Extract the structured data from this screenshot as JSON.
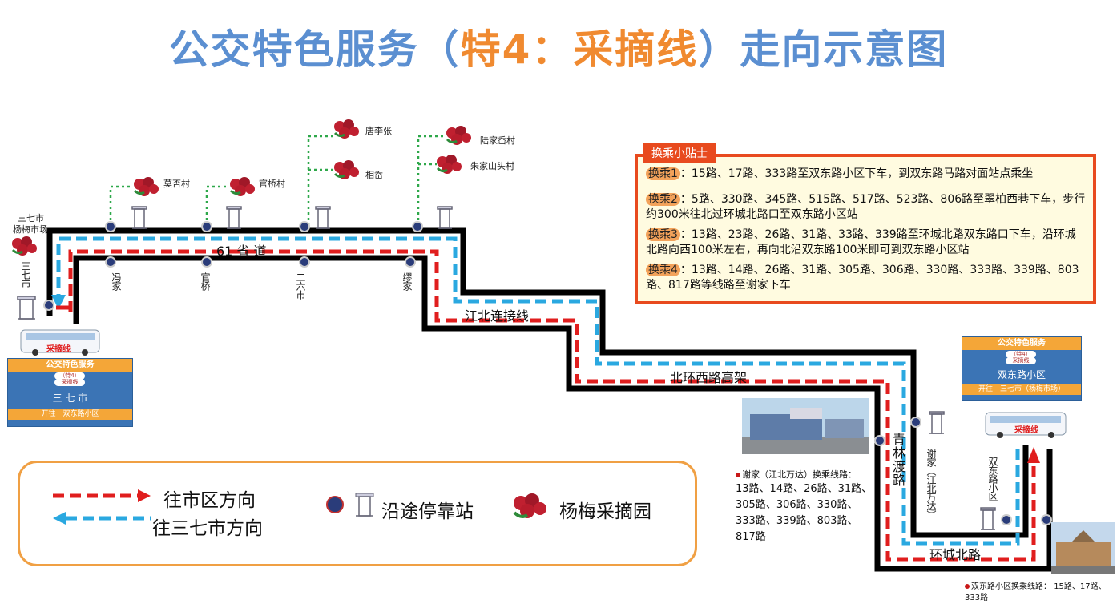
{
  "title": {
    "part1": "公交特色服务（",
    "part2": "特4：采摘线",
    "part3": "）走向示意图"
  },
  "colors": {
    "title_blue": "#5b8fd1",
    "title_orange": "#f08a30",
    "to_city": "#e01e1e",
    "to_qiqi": "#2aa8e0",
    "road": "#000000",
    "stop": "#2a3c7a"
  },
  "stops_top": [
    {
      "id": "fengjia",
      "name": "冯家"
    },
    {
      "id": "guanqiao",
      "name": "官桥"
    },
    {
      "id": "erliu",
      "name": "二六市"
    },
    {
      "id": "miaojia",
      "name": "缪家"
    }
  ],
  "terminus_left": {
    "top": "三七市",
    "sub": "杨梅市场",
    "vertical": "三七市"
  },
  "orchards": [
    {
      "name": "莫否村"
    },
    {
      "name": "官桥村"
    },
    {
      "name": "唐李张"
    },
    {
      "name": "相岙"
    },
    {
      "name": "陆家岙村"
    },
    {
      "name": "朱家山头村"
    }
  ],
  "roads": {
    "s61": "61 省 道",
    "jiangbei": "江北连接线",
    "beihuan": "北环西路高架",
    "qinglin": "青林渡路",
    "huancheng": "环城北路"
  },
  "stops_right": {
    "xiejia": "谢家（江北万达）",
    "shuangdong": "双东路小区"
  },
  "tips": {
    "tab": "换乘小贴士",
    "items": [
      {
        "badge": "换乘1",
        "text": "：15路、17路、333路至双东路小区下车，到双东路马路对面站点乘坐"
      },
      {
        "badge": "换乘2",
        "text": "：5路、330路、345路、515路、517路、523路、806路至翠柏西巷下车，步行约300米往北过环城北路口至双东路小区站"
      },
      {
        "badge": "换乘3",
        "text": "：13路、23路、26路、31路、33路、339路至环城北路双东路口下车，沿环城北路向西100米左右，再向北沿双东路100米即可到双东路小区站"
      },
      {
        "badge": "换乘4",
        "text": "：13路、14路、26路、31路、305路、306路、330路、333路、339路、803路、817路等线路至谢家下车"
      }
    ]
  },
  "legend": {
    "to_city": "往市区方向",
    "to_qiqi": "往三七市方向",
    "stop": "沿途停靠站",
    "orchard": "杨梅采摘园"
  },
  "sign_left": {
    "header": "公交特色服务",
    "pill1": "（特4）",
    "pill2": "采摘线",
    "name": "三 七 市",
    "foot": "开往　双东路小区"
  },
  "sign_right": {
    "header": "公交特色服务",
    "pill1": "（特4）",
    "pill2": "采摘线",
    "name": "双东路小区",
    "foot": "开往　三七市（杨梅市场）"
  },
  "bus_label": "采摘线",
  "xiejia_transfer": {
    "title": "谢家（江北万达）换乘线路：",
    "lines": "13路、14路、26路、31路、305路、306路、330路、333路、339路、803路、817路"
  },
  "shuangdong_transfer": {
    "title": "双东路小区换乘线路：",
    "lines": "15路、17路、333路"
  }
}
